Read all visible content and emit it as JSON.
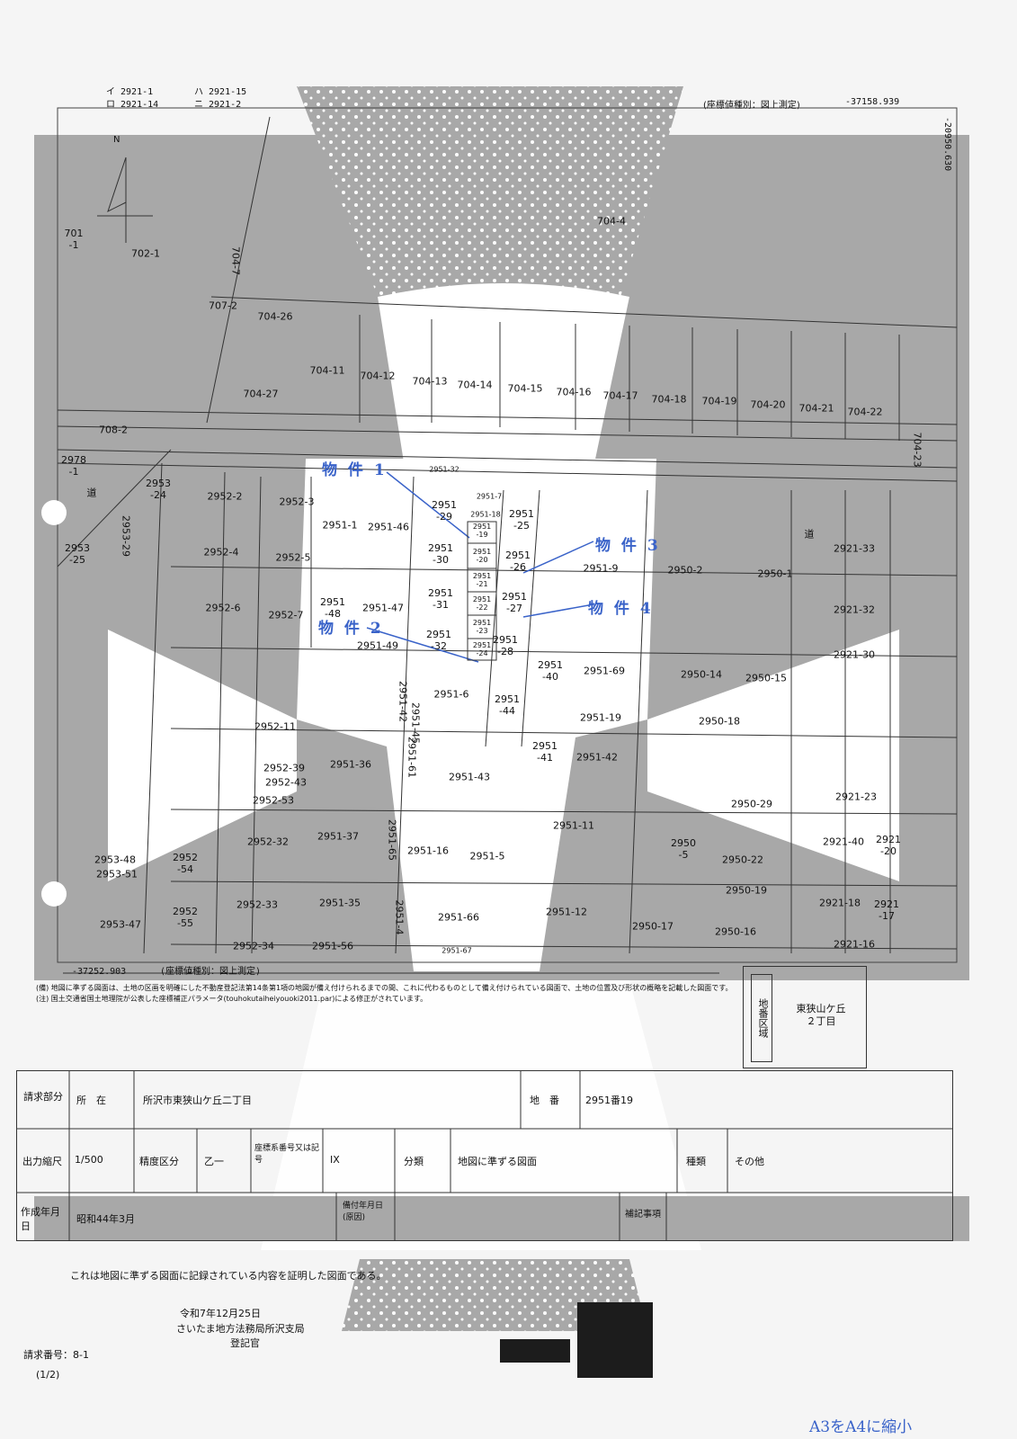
{
  "header": {
    "ref_col1": [
      "イ 2921-1",
      "ロ 2921-14"
    ],
    "ref_col2": [
      "ハ 2921-15",
      "ニ 2921-2"
    ],
    "coord_type": "(座標値種別：図上測定)",
    "coord_top_right": "-37158.939",
    "coord_side": "-20950.630",
    "north": "N"
  },
  "parcels": [
    {
      "id": "p1",
      "label": "701\n-1"
    },
    {
      "id": "p2",
      "label": "702-1"
    },
    {
      "id": "p3",
      "label": "704-4"
    },
    {
      "id": "p4",
      "label": "704-7"
    },
    {
      "id": "p5",
      "label": "707-2"
    },
    {
      "id": "p6",
      "label": "704-26"
    },
    {
      "id": "p7",
      "label": "704-11"
    },
    {
      "id": "p8",
      "label": "704-12"
    },
    {
      "id": "p9",
      "label": "704-13"
    },
    {
      "id": "p10",
      "label": "704-14"
    },
    {
      "id": "p11",
      "label": "704-15"
    },
    {
      "id": "p12",
      "label": "704-16"
    },
    {
      "id": "p13",
      "label": "704-17"
    },
    {
      "id": "p14",
      "label": "704-18"
    },
    {
      "id": "p15",
      "label": "704-19"
    },
    {
      "id": "p16",
      "label": "704-20"
    },
    {
      "id": "p17",
      "label": "704-21"
    },
    {
      "id": "p18",
      "label": "704-22"
    },
    {
      "id": "p19",
      "label": "704-23"
    },
    {
      "id": "p20",
      "label": "704-27"
    },
    {
      "id": "p21",
      "label": "708-2"
    },
    {
      "id": "p22",
      "label": "2978\n-1"
    },
    {
      "id": "p23",
      "label": "道"
    },
    {
      "id": "p24",
      "label": "2953\n-24"
    },
    {
      "id": "p25",
      "label": "2953-29"
    },
    {
      "id": "p26",
      "label": "2953\n-25"
    },
    {
      "id": "p27",
      "label": "2952-2"
    },
    {
      "id": "p28",
      "label": "2952-3"
    },
    {
      "id": "p29",
      "label": "2952-4"
    },
    {
      "id": "p30",
      "label": "2952-5"
    },
    {
      "id": "p31",
      "label": "2952-6"
    },
    {
      "id": "p32",
      "label": "2952-7"
    },
    {
      "id": "p33",
      "label": "2951-1"
    },
    {
      "id": "p34",
      "label": "2951-46"
    },
    {
      "id": "p35",
      "label": "2951\n-29"
    },
    {
      "id": "p36",
      "label": "2951\n-25"
    },
    {
      "id": "p37",
      "label": "2951\n-30"
    },
    {
      "id": "p38",
      "label": "2951\n-26"
    },
    {
      "id": "p39",
      "label": "2951-9"
    },
    {
      "id": "p40",
      "label": "2950-2"
    },
    {
      "id": "p41",
      "label": "2950-1"
    },
    {
      "id": "p42",
      "label": "2921-33"
    },
    {
      "id": "p43",
      "label": "2951\n-48"
    },
    {
      "id": "p44",
      "label": "2951-47"
    },
    {
      "id": "p45",
      "label": "2951\n-31"
    },
    {
      "id": "p46",
      "label": "2951\n-27"
    },
    {
      "id": "p47",
      "label": "2951\n-32"
    },
    {
      "id": "p48",
      "label": "2951\n-28"
    },
    {
      "id": "p49",
      "label": "2951-49"
    },
    {
      "id": "p50",
      "label": "2951\n-40"
    },
    {
      "id": "p51",
      "label": "2951-6"
    },
    {
      "id": "p52",
      "label": "2951\n-44"
    },
    {
      "id": "p53",
      "label": "2950-14"
    },
    {
      "id": "p54",
      "label": "2921-32"
    },
    {
      "id": "p55",
      "label": "2921-30"
    },
    {
      "id": "p56",
      "label": "2951\n-41"
    },
    {
      "id": "p57",
      "label": "2951-42"
    },
    {
      "id": "p58",
      "label": "2951-36"
    },
    {
      "id": "p59",
      "label": "2951-43"
    },
    {
      "id": "p60",
      "label": "2952-53"
    },
    {
      "id": "p61",
      "label": "2950-29"
    },
    {
      "id": "p62",
      "label": "2921-23"
    },
    {
      "id": "p63",
      "label": "2951-37"
    },
    {
      "id": "p64",
      "label": "2951-16"
    },
    {
      "id": "p65",
      "label": "2951-5"
    },
    {
      "id": "p66",
      "label": "2951-11"
    },
    {
      "id": "p67",
      "label": "2952-32"
    },
    {
      "id": "p68",
      "label": "2950\n-5"
    },
    {
      "id": "p69",
      "label": "2950-22"
    },
    {
      "id": "p70",
      "label": "2953-48"
    },
    {
      "id": "p71",
      "label": "2953-51"
    },
    {
      "id": "p72",
      "label": "2952\n-54"
    },
    {
      "id": "p73",
      "label": "2952-33"
    },
    {
      "id": "p74",
      "label": "2951-35"
    },
    {
      "id": "p75",
      "label": "2951-66"
    },
    {
      "id": "p76",
      "label": "2951-12"
    },
    {
      "id": "p77",
      "label": "2950-17"
    },
    {
      "id": "p78",
      "label": "2950-19"
    },
    {
      "id": "p79",
      "label": "2921-18"
    },
    {
      "id": "p80",
      "label": "2921\n-17"
    },
    {
      "id": "p81",
      "label": "2953-47"
    },
    {
      "id": "p82",
      "label": "2952\n-55"
    },
    {
      "id": "p83",
      "label": "2952-34"
    },
    {
      "id": "p84",
      "label": "2951-56"
    },
    {
      "id": "p85",
      "label": "2950-16"
    },
    {
      "id": "p86",
      "label": "2921-16"
    },
    {
      "id": "p87",
      "label": "2921-40"
    },
    {
      "id": "p88",
      "label": "2921\n-20"
    },
    {
      "id": "p89",
      "label": "道"
    },
    {
      "id": "p90",
      "label": "2950-15"
    },
    {
      "id": "p91",
      "label": "2951-69"
    },
    {
      "id": "p92",
      "label": "2951-19"
    },
    {
      "id": "p93",
      "label": "2950-18"
    },
    {
      "id": "p94",
      "label": "2952-39"
    },
    {
      "id": "p95",
      "label": "2952-43"
    },
    {
      "id": "p96",
      "label": "2951-42"
    },
    {
      "id": "p97",
      "label": "2951-45"
    },
    {
      "id": "p98",
      "label": "2951-61"
    },
    {
      "id": "p99",
      "label": "2951-65"
    },
    {
      "id": "p100",
      "label": "2951-4"
    },
    {
      "id": "p101",
      "label": "2952-11"
    }
  ],
  "small_parcels": [
    {
      "id": "s1",
      "label": "2951\n-19"
    },
    {
      "id": "s2",
      "label": "2951\n-20"
    },
    {
      "id": "s3",
      "label": "2951\n-21"
    },
    {
      "id": "s4",
      "label": "2951\n-22"
    },
    {
      "id": "s5",
      "label": "2951\n-23"
    },
    {
      "id": "s6",
      "label": "2951\n-24"
    },
    {
      "id": "s7",
      "label": "2951-18"
    },
    {
      "id": "s8",
      "label": "2951-7"
    },
    {
      "id": "s9",
      "label": "2951-32"
    },
    {
      "id": "s10",
      "label": "2951-67"
    }
  ],
  "properties": [
    {
      "id": "prop1",
      "label": "物 件 1"
    },
    {
      "id": "prop2",
      "label": "物 件 2"
    },
    {
      "id": "prop3",
      "label": "物 件 3"
    },
    {
      "id": "prop4",
      "label": "物 件 4"
    }
  ],
  "bottom_left_coord": "-37252.903",
  "bottom_coord_type": "(座標値種別：図上測定)",
  "notes": [
    "(備) 地図に準ずる図面は、土地の区画を明確にした不動産登記法第14条第1項の地図が備え付けられるまでの間、これに代わるものとして備え付けられている図面で、土地の位置及び形状の概略を記載した図面です。",
    "(注) 国土交通省国土地理院が公表した座標補正パラメータ(touhokutaiheiyouoki2011.par)による修正がされています。"
  ],
  "bureau": {
    "label": "地番区域",
    "value": "東狭山ケ丘\n２丁目"
  },
  "table": {
    "req_label": "請求部分",
    "location_label": "所　在",
    "location_value": "所沢市東狭山ケ丘二丁目",
    "chiban_label": "地　番",
    "chiban_value": "2951番19",
    "scale_label": "出力縮尺",
    "scale_value": "1/500",
    "accuracy_label": "精度区分",
    "accuracy_value": "乙一",
    "coord_label": "座標系番号又は記号",
    "coord_value": "IX",
    "bunrui_label": "分類",
    "bunrui_value": "地図に準ずる図面",
    "shubetsu_label": "種類",
    "shubetsu_value": "その他",
    "date_label": "作成年月日",
    "date_value": "昭和44年3月",
    "bikou_label": "備付年月日(原因)",
    "hosei_label": "補記事項"
  },
  "certification": "これは地図に準ずる図面に記録されている内容を証明した図面である。",
  "issue_date": "令和7年12月25日",
  "office": "さいたま地方法務局所沢支局",
  "office2": "登記官",
  "request_no": "請求番号：8-1",
  "page_no": "(1/2)",
  "footer": "A3をA4に縮小",
  "colors": {
    "property_blue": "#3a63c9",
    "gray": "#a8a8a8"
  }
}
